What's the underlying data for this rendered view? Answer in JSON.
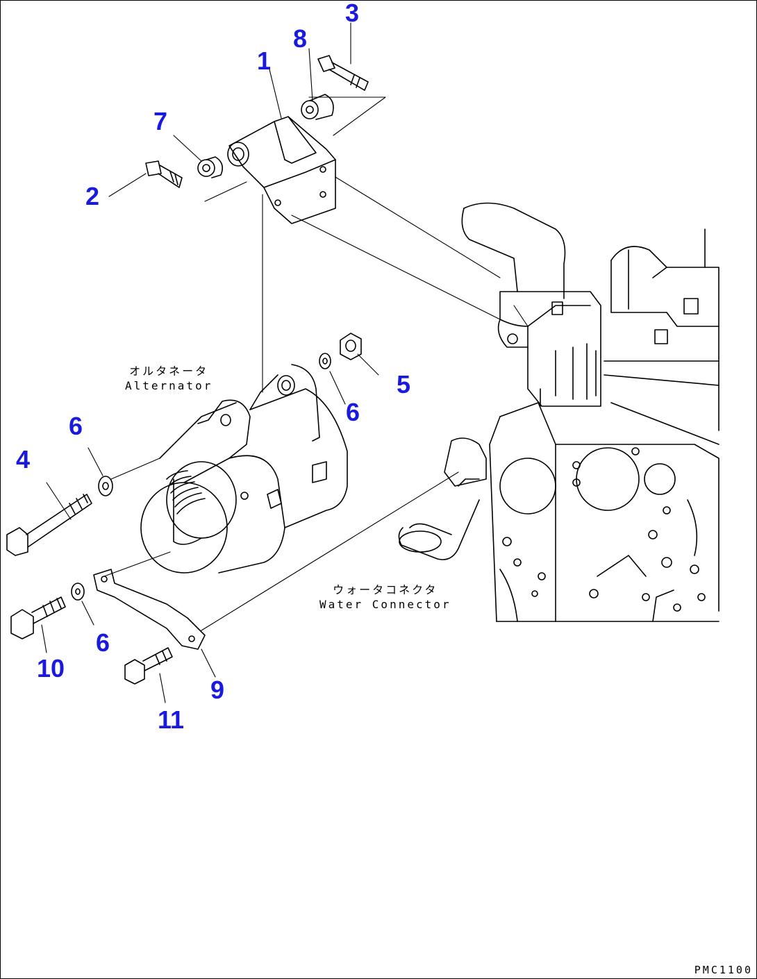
{
  "callouts": {
    "c1": "1",
    "c2": "2",
    "c3": "3",
    "c4": "4",
    "c5": "5",
    "c6a": "6",
    "c6b": "6",
    "c6c": "6",
    "c7": "7",
    "c8": "8",
    "c9": "9",
    "c10": "10",
    "c11": "11"
  },
  "notes": {
    "alternator_jp": "オルタネータ",
    "alternator_en": "Alternator",
    "water_connector_jp": "ウォータコネクタ",
    "water_connector_en": "Water Connector"
  },
  "figure_code": "PMC1100",
  "colors": {
    "callout": "#1a1adf",
    "line": "#000000",
    "background": "#ffffff"
  }
}
